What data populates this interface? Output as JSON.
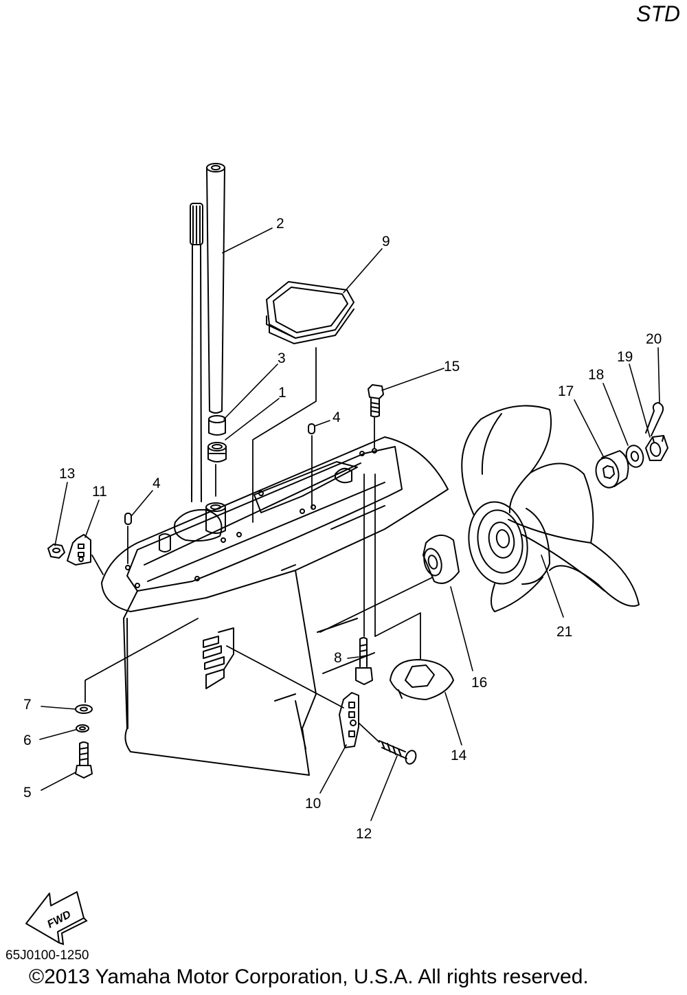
{
  "header": {
    "variant": "STD"
  },
  "footer": {
    "diagram_code": "65J0100-1250",
    "copyright": "©2013 Yamaha Motor Corporation, U.S.A. All rights reserved."
  },
  "fwd_arrow": {
    "label": "FWD"
  },
  "callouts": {
    "c1": "1",
    "c2": "2",
    "c3": "3",
    "c4a": "4",
    "c4b": "4",
    "c5": "5",
    "c6": "6",
    "c7": "7",
    "c8": "8",
    "c9": "9",
    "c10": "10",
    "c11": "11",
    "c12": "12",
    "c13": "13",
    "c14": "14",
    "c15": "15",
    "c16": "16",
    "c17": "17",
    "c18": "18",
    "c19": "19",
    "c20": "20",
    "c21": "21"
  }
}
